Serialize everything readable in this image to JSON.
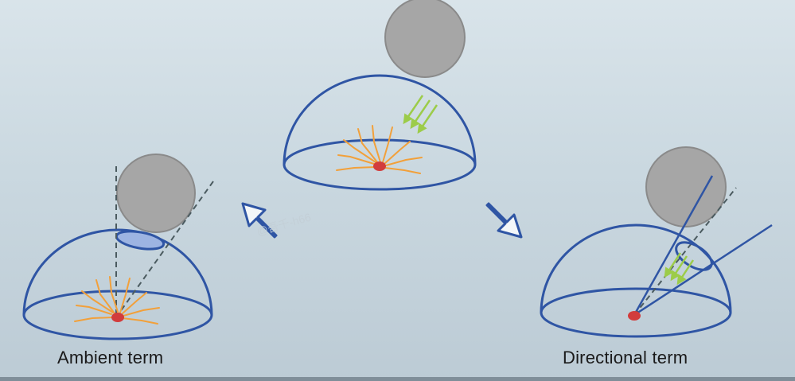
{
  "captions": {
    "ambient": "Ambient term",
    "directional": "Directional term"
  },
  "watermark": "@吾千-h66",
  "colors": {
    "background_top": "#d9e4ea",
    "background_bottom": "#bccbd5",
    "hemisphere_stroke": "#2f55a4",
    "occluder_fill": "#a6a6a6",
    "occluder_stroke": "#8a8a8a",
    "surface_point": "#d23c3c",
    "ambient_rays": "#f2a03a",
    "direct_light": "#9ccc49",
    "occluded_patch": "#9db4e2",
    "guide_lines": "#4b5b60",
    "arrow_stroke": "#2f55a4"
  },
  "diagrams": [
    {
      "id": "top-full-lighting",
      "elements": [
        "hemisphere",
        "occluder",
        "surface-point",
        "ambient-rays",
        "direct-light-arrows"
      ]
    },
    {
      "id": "ambient-term",
      "elements": [
        "hemisphere",
        "occluder",
        "surface-point",
        "ambient-rays",
        "occluded-patch",
        "occlusion-guide-lines"
      ]
    },
    {
      "id": "directional-term",
      "elements": [
        "hemisphere",
        "occluder",
        "surface-point",
        "light-cone",
        "cone-cross-section",
        "direct-light-arrows"
      ]
    }
  ]
}
